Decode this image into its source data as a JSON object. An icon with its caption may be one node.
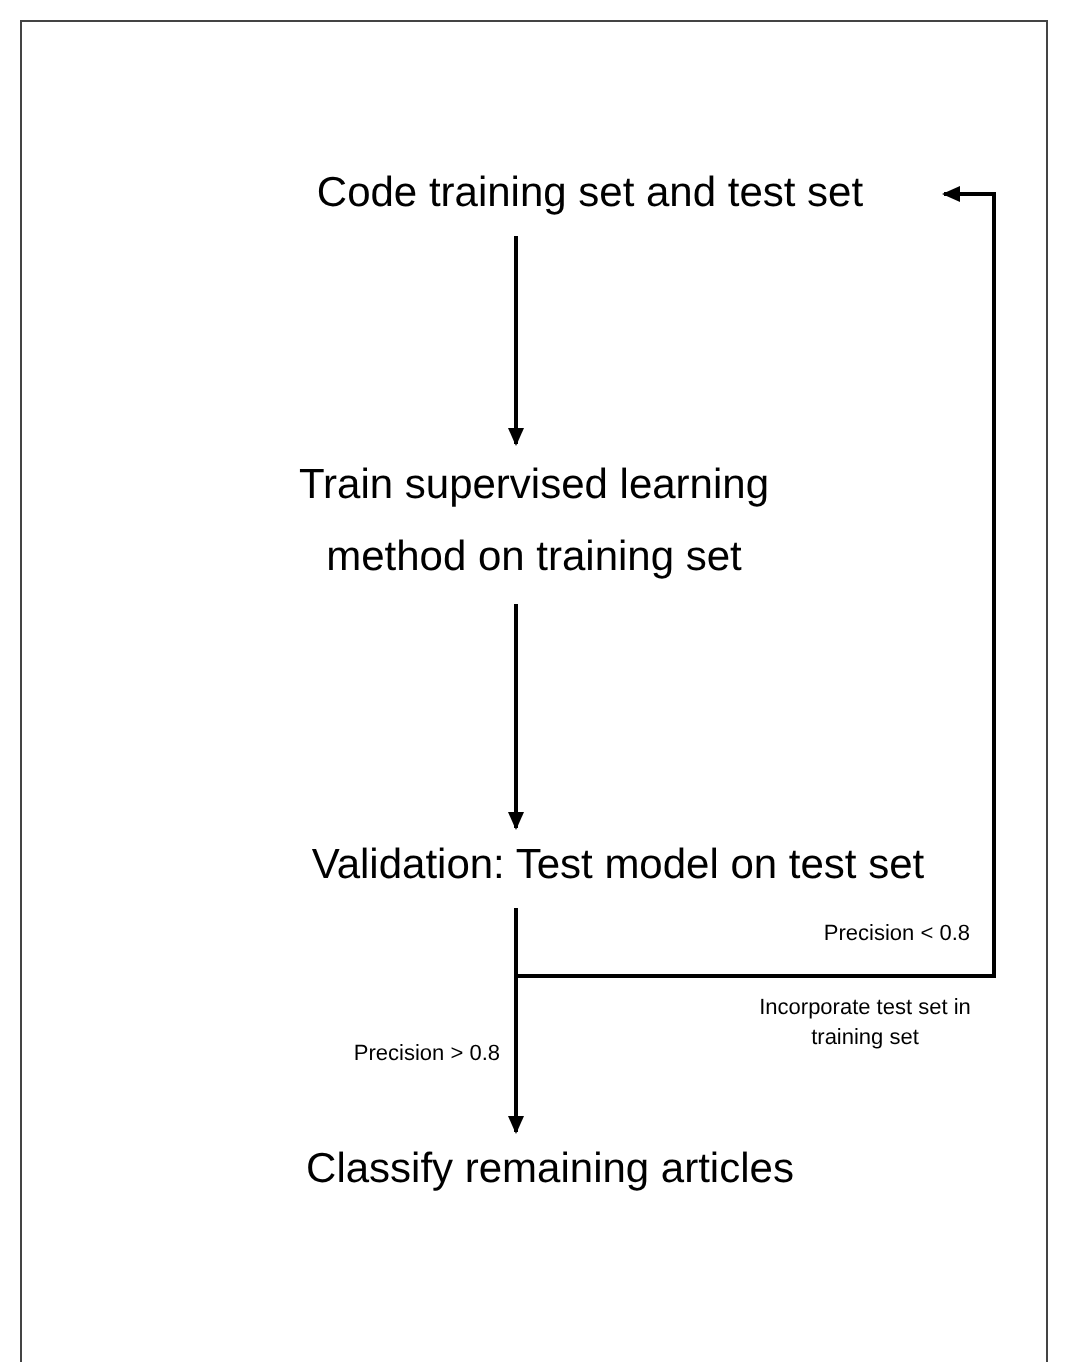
{
  "diagram": {
    "nodes": [
      {
        "text": [
          "Code training set and test set"
        ]
      },
      {
        "text": [
          "Train supervised learning method on training set"
        ]
      },
      {
        "text": [
          "Validation: Test model on test set"
        ]
      },
      {
        "text": [
          "Classify remaining articles"
        ]
      }
    ],
    "edges": [
      {
        "from": 0,
        "to": 1,
        "arrow": "to"
      },
      {
        "from": 1,
        "to": 2,
        "arrow": "to"
      },
      {
        "from": 2,
        "to": 3,
        "arrow": "to",
        "label": "Precision > 0.8"
      },
      {
        "from": 2,
        "to": 0,
        "arrow": "to",
        "label": "Precision < 0.8"
      }
    ],
    "labels": [
      "Incorporate test set in training set"
    ]
  }
}
